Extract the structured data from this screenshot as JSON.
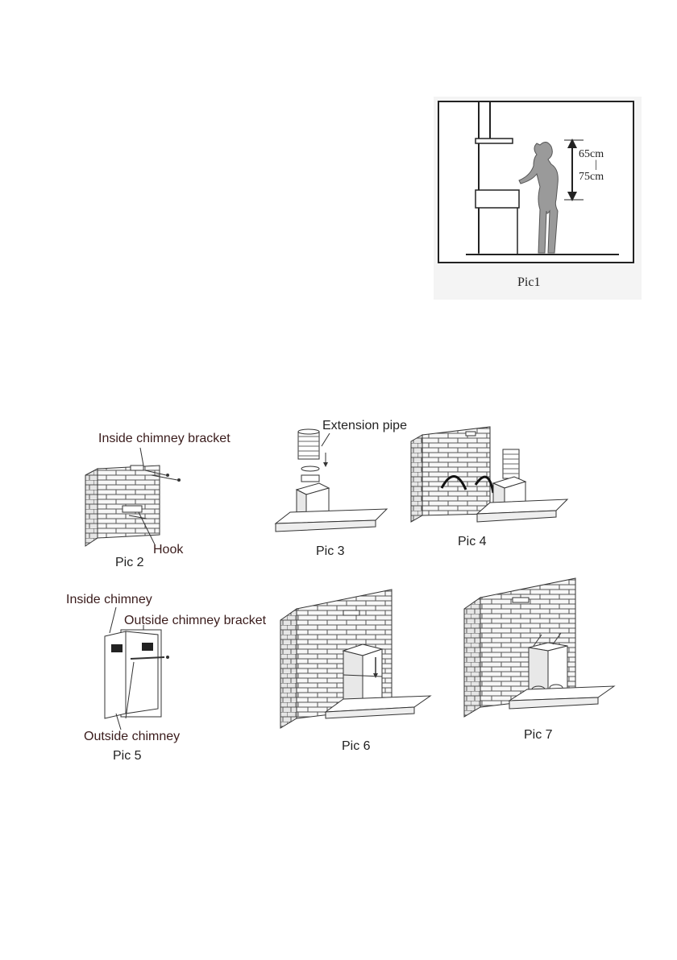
{
  "pic1": {
    "caption": "Pic1",
    "dim_top": "65cm",
    "dim_sep": "|",
    "dim_bottom": "75cm"
  },
  "pic2": {
    "caption": "Pic 2",
    "label_bracket": "Inside chimney bracket",
    "label_hook": "Hook"
  },
  "pic3": {
    "caption": "Pic 3",
    "label_pipe": "Extension pipe"
  },
  "pic4": {
    "caption": "Pic 4"
  },
  "pic5": {
    "caption": "Pic 5",
    "label_inside": "Inside chimney",
    "label_outside_bracket": "Outside chimney bracket",
    "label_outside": "Outside chimney"
  },
  "pic6": {
    "caption": "Pic 6"
  },
  "pic7": {
    "caption": "Pic 7"
  },
  "colors": {
    "line": "#333333",
    "brick_mortar": "#555555",
    "figure_fill": "#9a9a9a",
    "panel_bg": "#f4f4f4"
  }
}
